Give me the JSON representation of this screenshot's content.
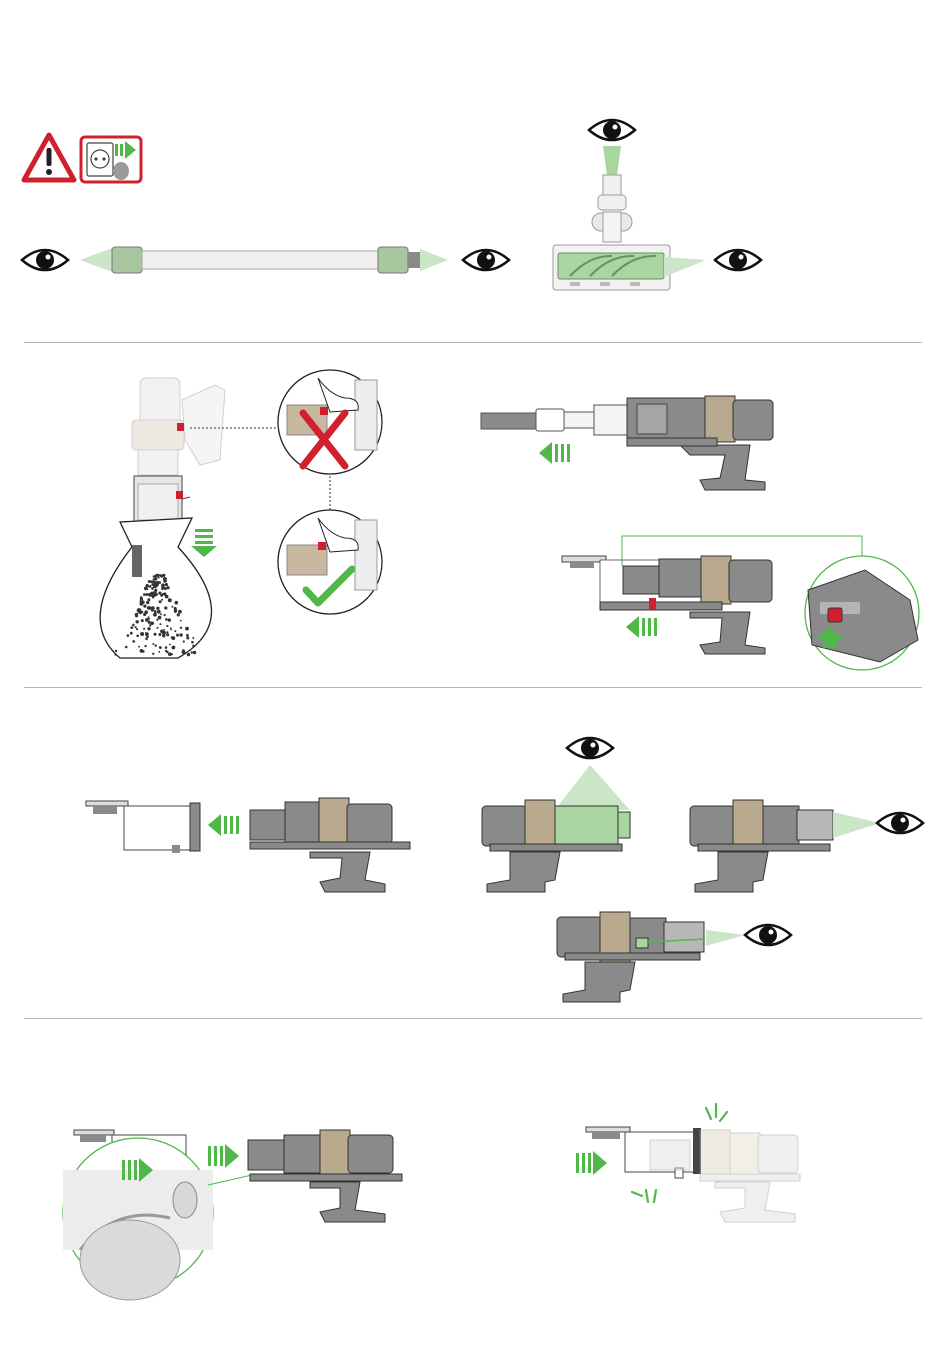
{
  "page": {
    "sections": [
      {
        "id": "check-blockages"
      },
      {
        "id": "empty-bin"
      },
      {
        "id": "remove-and-inspect-bin"
      },
      {
        "id": "refit-bin"
      }
    ]
  },
  "colors": {
    "warning_red": "#d0202e",
    "accent_green": "#4fb848",
    "light_green": "#a8d5a0",
    "body_grey": "#8a8a8a",
    "dark_grey": "#5a5a5a",
    "faded_grey": "#e4e4e4",
    "nickel": "#b9a98f"
  },
  "icons": [
    "warning-triangle-icon",
    "unplug-icon",
    "eye-icon",
    "arrow-left-icon",
    "arrow-right-icon",
    "arrow-down-icon",
    "arrow-up-icon",
    "cross-icon",
    "check-icon"
  ]
}
